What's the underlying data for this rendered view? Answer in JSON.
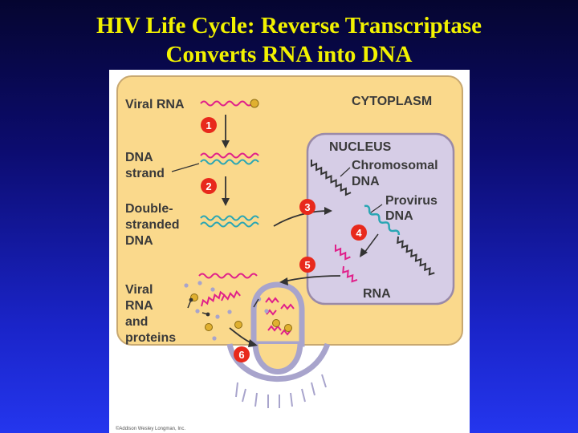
{
  "title": {
    "line1": "HIV Life Cycle: Reverse Transcriptase",
    "line2": "Converts RNA into DNA"
  },
  "diagram": {
    "labels": {
      "viral_rna": "Viral RNA",
      "cytoplasm": "CYTOPLASM",
      "dna_strand_1": "DNA",
      "dna_strand_2": "strand",
      "ds_dna_1": "Double-",
      "ds_dna_2": "stranded",
      "ds_dna_3": "DNA",
      "nucleus": "NUCLEUS",
      "chromosomal_1": "Chromosomal",
      "chromosomal_2": "DNA",
      "provirus_1": "Provirus",
      "provirus_2": "DNA",
      "rna": "RNA",
      "viral_proteins_1": "Viral",
      "viral_proteins_2": "RNA",
      "viral_proteins_3": "and",
      "viral_proteins_4": "proteins",
      "copyright": "©Addison Wesley Longman, Inc."
    },
    "steps": [
      "1",
      "2",
      "3",
      "4",
      "5",
      "6"
    ],
    "colors": {
      "cytoplasm": "#fad98c",
      "nucleus": "#d6cde6",
      "rna": "#e0208a",
      "dna": "#2aa6b4",
      "marker": "#e8291c",
      "enzyme": "#e0b030",
      "protein": "#a8a4cc",
      "chromosome": "#333333"
    }
  }
}
